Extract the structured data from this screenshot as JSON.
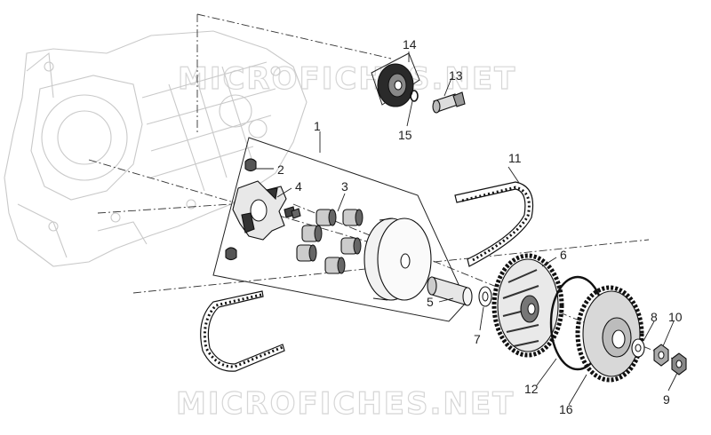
{
  "diagram": {
    "watermarks": [
      "MICROFICHES.NET",
      "MICROFICHES.NET"
    ],
    "callouts": [
      {
        "id": "1",
        "text": "1"
      },
      {
        "id": "2",
        "text": "2"
      },
      {
        "id": "3",
        "text": "3"
      },
      {
        "id": "4",
        "text": "4"
      },
      {
        "id": "5",
        "text": "5"
      },
      {
        "id": "6",
        "text": "6"
      },
      {
        "id": "7",
        "text": "7"
      },
      {
        "id": "8",
        "text": "8"
      },
      {
        "id": "9",
        "text": "9"
      },
      {
        "id": "10",
        "text": "10"
      },
      {
        "id": "11",
        "text": "11"
      },
      {
        "id": "12",
        "text": "12"
      },
      {
        "id": "13",
        "text": "13"
      },
      {
        "id": "14",
        "text": "14"
      },
      {
        "id": "15",
        "text": "15"
      },
      {
        "id": "16",
        "text": "16"
      }
    ]
  }
}
